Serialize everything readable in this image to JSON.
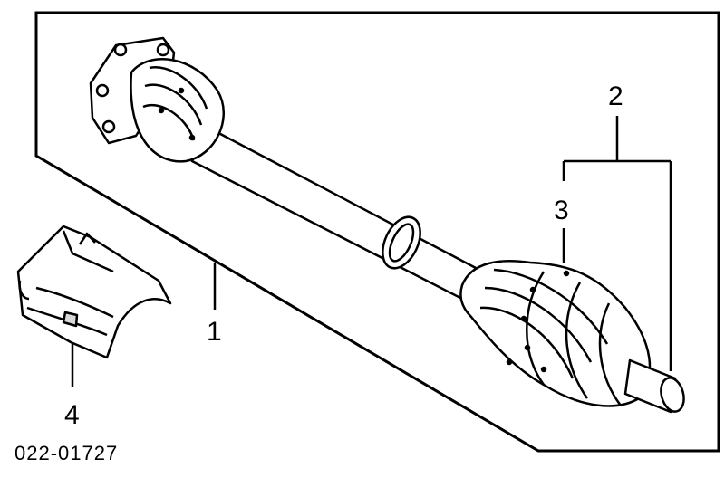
{
  "callouts": {
    "part_1": "1",
    "part_2": "2",
    "part_3": "3",
    "part_4": "4"
  },
  "diagram_code": "022-01727",
  "colors": {
    "line": "#000000",
    "fill": "#ffffff",
    "shade": "#d9d9d9"
  }
}
